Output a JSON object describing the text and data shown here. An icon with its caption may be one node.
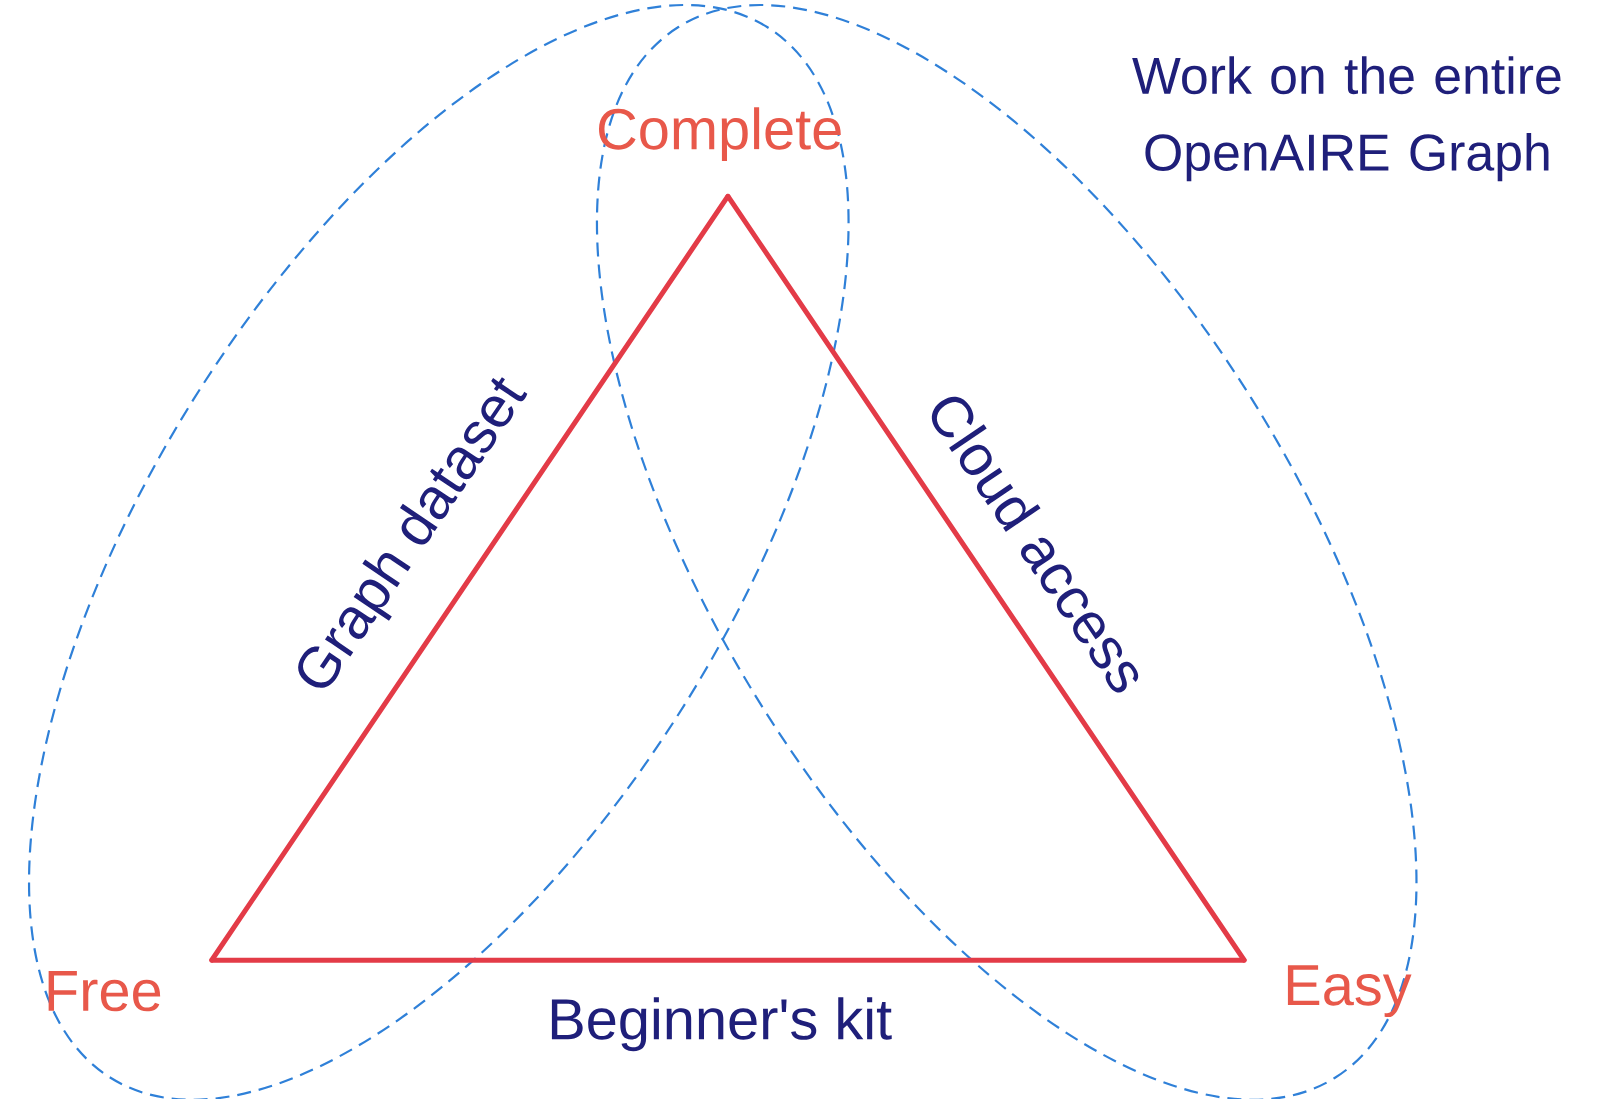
{
  "diagram": {
    "nodes": [
      {
        "text": [
          "Complete"
        ]
      },
      {
        "text": [
          "Free"
        ]
      },
      {
        "text": [
          "Easy"
        ]
      }
    ],
    "edges": [
      {
        "from": 1,
        "to": 0,
        "arrow": "none",
        "label": "Graph dataset"
      },
      {
        "from": 0,
        "to": 2,
        "arrow": "none",
        "label": "Cloud access"
      },
      {
        "from": 1,
        "to": 2,
        "arrow": "none",
        "label": "Beginner's kit"
      }
    ],
    "labels": [
      "Work on the entire OpenAIRE Graph"
    ]
  }
}
